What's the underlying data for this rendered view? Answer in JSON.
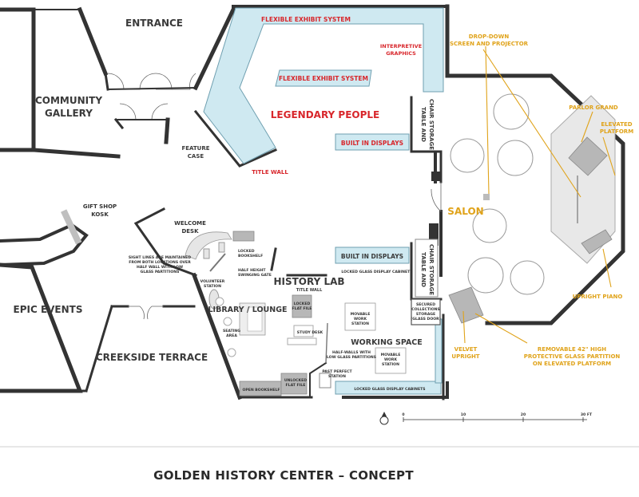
{
  "title": "GOLDEN HISTORY CENTER – CONCEPT",
  "rooms": {
    "entrance": "ENTRANCE",
    "community_gallery_1": "COMMUNITY",
    "community_gallery_2": "GALLERY",
    "legendary_people": "LEGENDARY PEOPLE",
    "salon": "SALON",
    "history_lab": "HISTORY LAB",
    "library_lounge": "LIBRARY / LOUNGE",
    "working_space": "WORKING SPACE",
    "epic_events": "EPIC EVENTS",
    "creekside_terrace": "CREEKSIDE TERRACE",
    "gift_shop_1": "GIFT SHOP",
    "gift_shop_2": "KOSK",
    "welcome_desk_1": "WELCOME",
    "welcome_desk_2": "DESK"
  },
  "exhibit_labels": {
    "flexible_exhibit_top": "FLEXIBLE EXHIBIT SYSTEM",
    "flexible_exhibit_mid": "FLEXIBLE EXHIBIT SYSTEM",
    "interpretive_1": "INTERPRETIVE",
    "interpretive_2": "GRAPHICS",
    "built_in_displays_top": "BUILT IN DISPLAYS",
    "built_in_displays_lab": "BUILT IN DISPLAYS",
    "title_wall_red": "TITLE WALL",
    "feature_case_1": "FEATURE",
    "feature_case_2": "CASE",
    "title_wall_lab": "TITLE WALL"
  },
  "storage_labels": {
    "table_chair_top_1": "TABLE AND",
    "table_chair_top_2": "CHAIR STORAGE",
    "table_chair_bot_1": "TABLE AND",
    "table_chair_bot_2": "CHAIR STORAGE"
  },
  "small_labels": {
    "sight_1": "SIGHT LINES ARE MAINTAINED",
    "sight_2": "FROM BOTH LOCATIONS OVER",
    "sight_3": "HALF WALL WITH LOW",
    "sight_4": "GLASS PARTITIONS",
    "locked_bookshelf_1": "LOCKED",
    "locked_bookshelf_2": "BOOKSHELF",
    "half_gate_1": "HALF HEIGHT",
    "half_gate_2": "SWINGING GATE",
    "volunteer_1": "VOLUNTEER",
    "volunteer_2": "STATION",
    "seating_1": "SEATING",
    "seating_2": "AREA",
    "locked_flat_1": "LOCKED",
    "locked_flat_2": "FLAT FILE",
    "study_desk": "STUDY DESK",
    "locked_glass_cab_top": "LOCKED GLASS DISPLAY CABINETS",
    "locked_glass_cab_bot": "LOCKED GLASS DISPLAY CABINETS",
    "movable_1a": "MOVABLE",
    "movable_1b": "WORK",
    "movable_1c": "STATION",
    "movable_2a": "MOVABLE",
    "movable_2b": "WORK",
    "movable_2c": "STATION",
    "secured_1": "SECURED",
    "secured_2": "COLLECTIONS",
    "secured_3": "STORAGE",
    "secured_4": "(GLASS DOOR)",
    "half_walls_1": "HALF-WALLS WITH",
    "half_walls_2": "LOW GLASS PARTITIONS",
    "past_perfect_1": "PAST PERFECT",
    "past_perfect_2": "STATION",
    "unlocked_flat_1": "UNLOCKED",
    "unlocked_flat_2": "FLAT FILE",
    "open_bookshelf": "OPEN BOOKSHELF"
  },
  "salon_labels": {
    "dropdown_1": "DROP-DOWN",
    "dropdown_2": "SCREEN AND PROJECTOR",
    "parlor_grand": "PARLOR GRAND",
    "elevated_1": "ELEVATED",
    "elevated_2": "PLATFORM",
    "upright_piano": "UPRIGHT PIANO",
    "velvet_1": "VELVET",
    "velvet_2": "UPRIGHT",
    "removable_1": "REMOVABLE 42\" HIGH",
    "removable_2": "PROTECTIVE GLASS PARTITION",
    "removable_3": "ON ELEVATED PLATFORM"
  },
  "scale_bar": {
    "ticks": [
      "0",
      "10",
      "20",
      "30 FT"
    ]
  },
  "colors": {
    "wall": "#333333",
    "glass": "#cfe9f1",
    "red_label": "#d8262b",
    "yellow_label": "#e0a31a",
    "platform": "#e3e3e3"
  }
}
